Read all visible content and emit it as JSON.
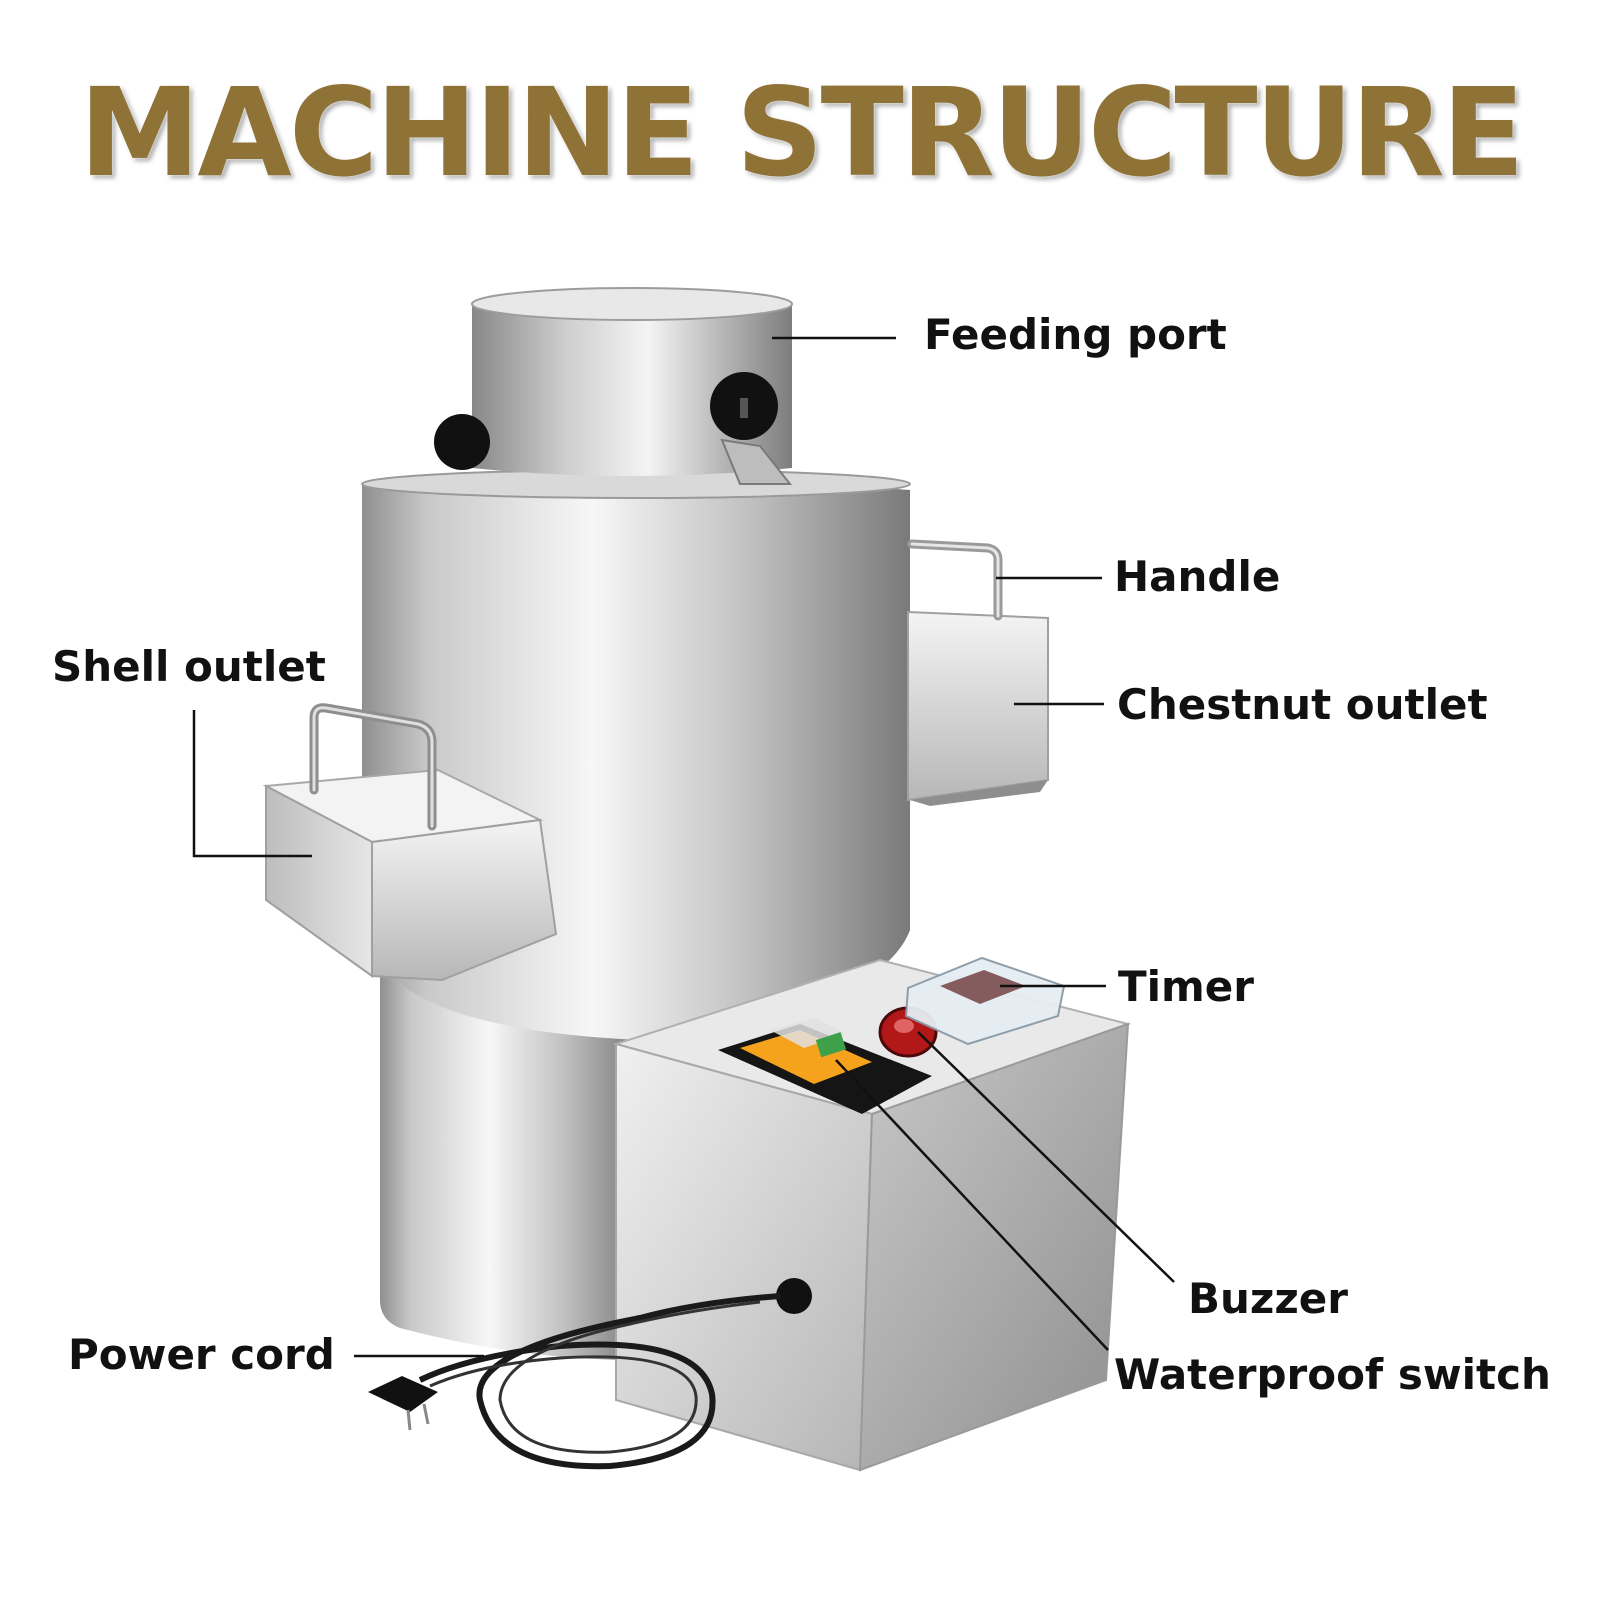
{
  "title": "MACHINE STRUCTURE",
  "colors": {
    "title": "#8f7236",
    "steel_light": "#f2f2f2",
    "steel_mid": "#c4c4c4",
    "steel_dark": "#8d8d8d",
    "leader_line": "#111111",
    "switch_orange": "#f5a21c",
    "buzzer_red": "#b21818"
  },
  "labels": {
    "feeding_port": "Feeding port",
    "handle": "Handle",
    "shell_outlet": "Shell outlet",
    "chestnut_outlet": "Chestnut outlet",
    "timer": "Timer",
    "buzzer": "Buzzer",
    "waterproof_switch": "Waterproof switch",
    "power_cord": "Power cord"
  }
}
